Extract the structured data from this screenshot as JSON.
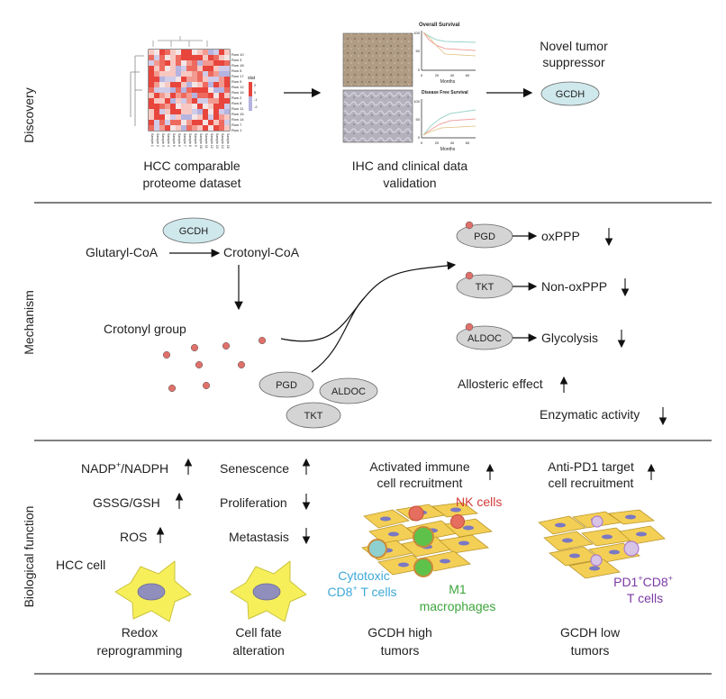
{
  "sections": {
    "discovery": "Discovery",
    "mechanism": "Mechanism",
    "biological_function": "Biological function"
  },
  "discovery": {
    "heatmap_caption_1": "HCC comparable",
    "heatmap_caption_2": "proteome dataset",
    "heatmap_legend_title": "stat",
    "heatmap_legend_values": [
      "2",
      "0",
      "-1",
      "-2"
    ],
    "ihc_caption_1": "IHC and clinical data",
    "ihc_caption_2": "validation",
    "os_title": "Overall Survival",
    "dfs_title": "Disease Free Survival",
    "months": "Months",
    "y_ticks": [
      "100",
      "50",
      "0"
    ],
    "x_ticks": [
      "0",
      "20",
      "40",
      "60"
    ],
    "novel_1": "Novel tumor",
    "novel_2": "suppressor",
    "gcdh": "GCDH"
  },
  "mechanism": {
    "gcdh": "GCDH",
    "glutaryl": "Glutaryl-CoA",
    "crotonyl_coa": "Crotonyl-CoA",
    "crotonyl_group": "Crotonyl group",
    "pgd": "PGD",
    "tkt": "TKT",
    "aldoc": "ALDOC",
    "oxppp": "oxPPP",
    "non_oxppp": "Non-oxPPP",
    "glycolysis": "Glycolysis",
    "allosteric": "Allosteric effect",
    "enzymatic": "Enzymatic activity"
  },
  "biological": {
    "nadp_base": "NADP",
    "nadp_sup": "+",
    "nadp_rest": "/NADPH",
    "gssg": "GSSG/GSH",
    "ros": "ROS",
    "hcc_cell": "HCC cell",
    "redox_1": "Redox",
    "redox_2": "reprogramming",
    "senescence": "Senescence",
    "proliferation": "Proliferation",
    "metastasis": "Metastasis",
    "fate_1": "Cell fate",
    "fate_2": "alteration",
    "activated_1": "Activated immune",
    "activated_2": "cell recruitment",
    "nk": "NK cells",
    "cytotoxic_1": "Cytotoxic",
    "cd8_base": "CD8",
    "cd8_sup": "+",
    "cd8_rest": " T cells",
    "m1_1": "M1",
    "m1_2": "macrophages",
    "high_1": "GCDH high",
    "high_2": "tumors",
    "antipd1_1": "Anti-PD1 target",
    "antipd1_2": "cell recruitment",
    "pd1_a": "PD1",
    "pd1_sup1": "+",
    "pd1_b": "CD8",
    "pd1_sup2": "+",
    "pd1_2": "T cells",
    "low_1": "GCDH low",
    "low_2": "tumors"
  },
  "colors": {
    "crotonyl_dot": "#e0706a",
    "gcdh_fill": "#cfe8ec",
    "enzyme_fill": "#d4d4d4",
    "cell_yellow": "#f6ef5a",
    "nk_text": "#d43a3a",
    "cytotoxic_text": "#3ea8d8",
    "m1_text": "#3da53d",
    "pd1_text": "#7a3aa6"
  }
}
